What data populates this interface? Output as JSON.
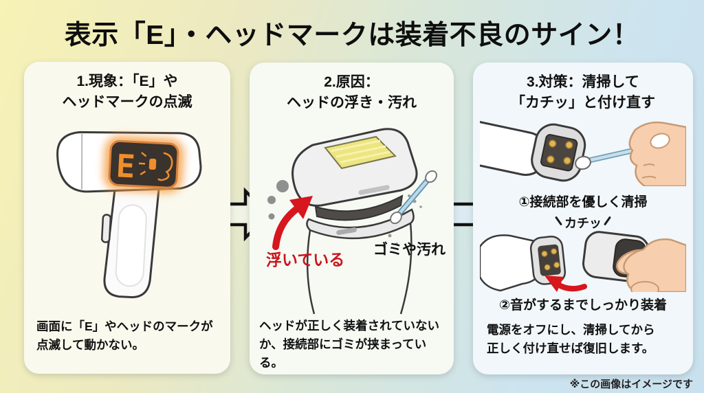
{
  "title": "表示「E」・ヘッドマークは装着不良のサイン！",
  "footnote": "※この画像はイメージです",
  "display": {
    "error_letter": "E"
  },
  "panels": [
    {
      "heading_line1": "1.現象：「E」や",
      "heading_line2": "ヘッドマークの点滅",
      "caption_line1": "画面に「E」やヘッドのマークが",
      "caption_line2": "点滅して動かない。"
    },
    {
      "heading_line1": "2.原因：",
      "heading_line2": "ヘッドの浮き・汚れ",
      "label_lifted": "浮いている",
      "label_dirt": "ゴミや汚れ",
      "caption_line1": "ヘッドが正しく装着されていない",
      "caption_line2": "か、接続部にゴミが挟まっている。"
    },
    {
      "heading_line1": "3.対策：清掃して",
      "heading_line2": "「カチッ」と付け直す",
      "step1_label": "①接続部を優しく清掃",
      "click_label": "カチッ",
      "step2_label": "②音がするまでしっかり装着",
      "caption_line1": "電源をオフにし、清掃してから",
      "caption_line2": "正しく付け直せば復旧します。"
    }
  ],
  "colors": {
    "accent_red": "#c8161d",
    "display_orange": "#f08e2c",
    "bg_yellow": "#f6f1b5",
    "bg_blue": "#cde4ef"
  }
}
